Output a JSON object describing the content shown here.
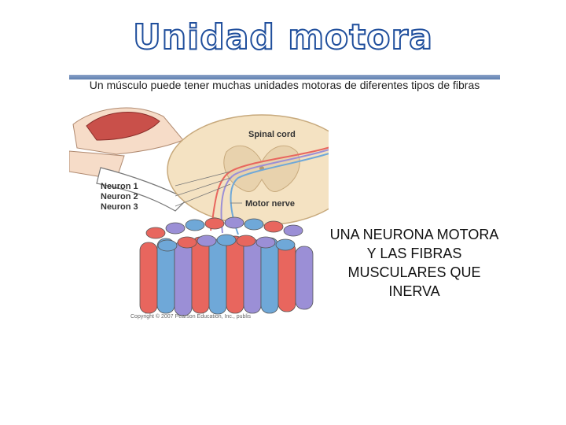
{
  "slide": {
    "title": "Unidad motora",
    "subtitle": "Un músculo puede tener muchas unidades motoras de diferentes tipos de fibras",
    "caption": "UNA NEURONA MOTORA Y LAS FIBRAS MUSCULARES QUE INERVA"
  },
  "figure": {
    "labels": {
      "spinal_cord": "Spinal cord",
      "neuron_1": "Neuron 1",
      "neuron_2": "Neuron 2",
      "neuron_3": "Neuron 3",
      "motor_nerve": "Motor nerve"
    },
    "copyright": "Copyright © 2007 Pearson Education, Inc., publis"
  },
  "colors": {
    "title_outline": "#1f4e9c",
    "neuron_1": "#e8665e",
    "neuron_2": "#9b8fd6",
    "neuron_3": "#6fa8d8",
    "muscle": "#d36a5b",
    "spinal_cord": "#f4e2c2"
  }
}
